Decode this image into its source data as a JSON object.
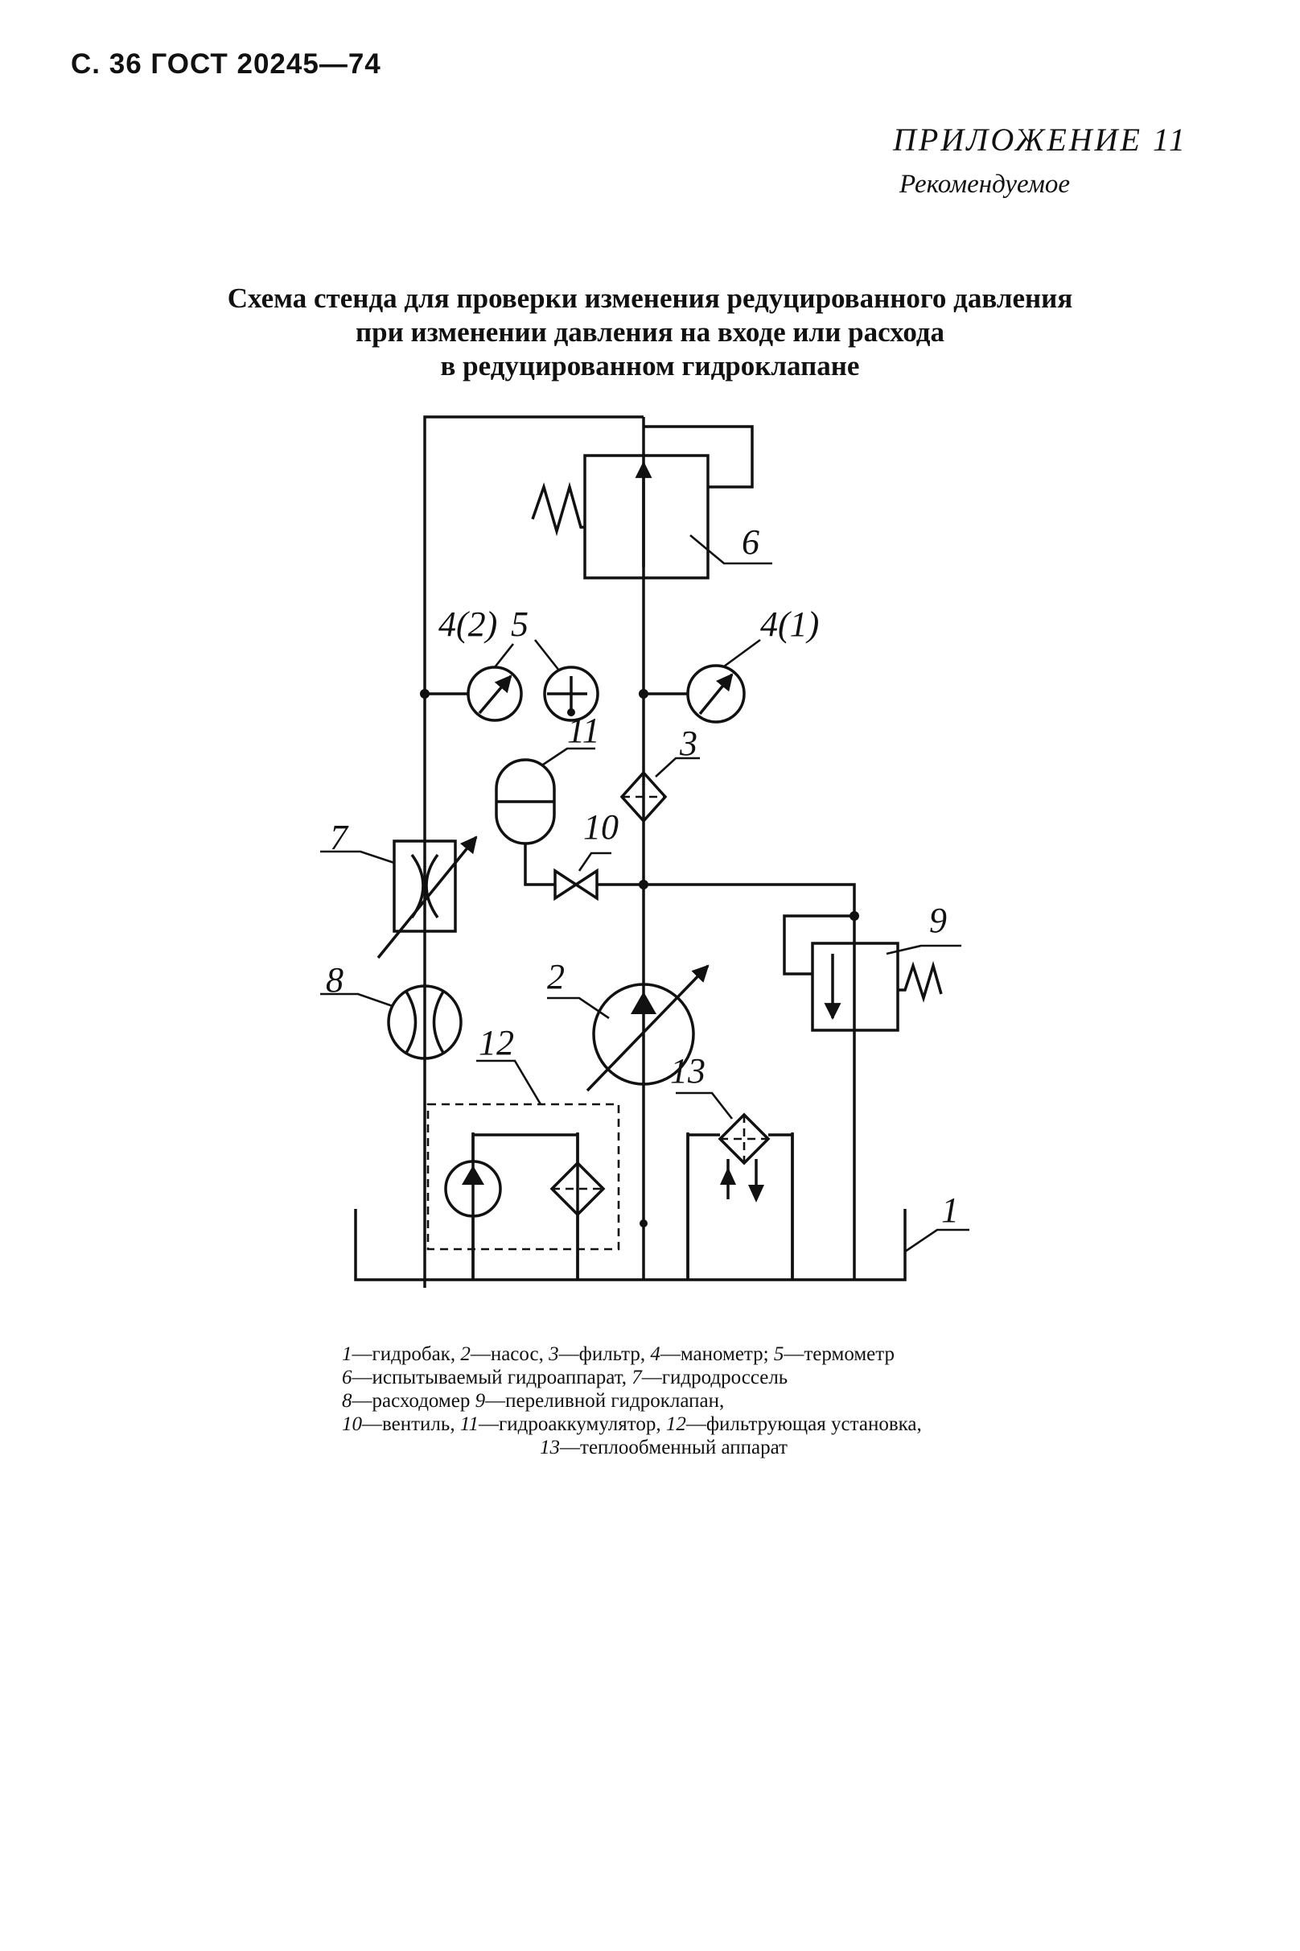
{
  "header": {
    "page_ref": "С. 36 ГОСТ 20245—74"
  },
  "appendix": {
    "title": "ПРИЛОЖЕНИЕ 11",
    "subtitle": "Рекомендуемое"
  },
  "title": {
    "line1": "Схема стенда для проверки изменения редуцированного давления",
    "line2": "при изменении давления на входе или расхода",
    "line3": "в редуцированном гидроклапане"
  },
  "diagram": {
    "labels": {
      "tank": "1",
      "pump": "2",
      "filter": "3",
      "gauge_2": "4(2)",
      "gauge_1": "4(1)",
      "thermometer": "5",
      "tested_unit": "6",
      "throttle": "7",
      "flowmeter": "8",
      "relief_valve": "9",
      "valve": "10",
      "accumulator": "11",
      "filter_unit": "12",
      "heat_exchanger": "13"
    }
  },
  "legend": {
    "items": [
      {
        "num": "1",
        "text": "—гидробак,"
      },
      {
        "num": "2",
        "text": "—насос,"
      },
      {
        "num": "3",
        "text": "—фильтр,"
      },
      {
        "num": "4",
        "text": "—манометр;"
      },
      {
        "num": "5",
        "text": "—термометр"
      },
      {
        "num": "6",
        "text": "—испытываемый гидроаппарат,"
      },
      {
        "num": "7",
        "text": "—гидродроссель"
      },
      {
        "num": "8",
        "text": "—расходомер"
      },
      {
        "num": "9",
        "text": "—переливной гидроклапан,"
      },
      {
        "num": "10",
        "text": "—вентиль,"
      },
      {
        "num": "11",
        "text": "—гидроаккумулятор,"
      },
      {
        "num": "12",
        "text": "—фильтрующая установка,"
      },
      {
        "num": "13",
        "text": "—теплообменный аппарат"
      }
    ]
  }
}
